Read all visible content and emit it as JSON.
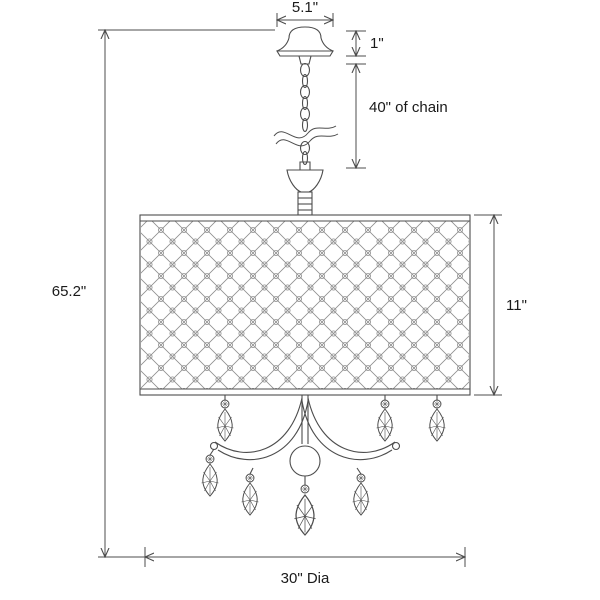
{
  "diagram": {
    "subject": "chandelier-drum-shade-dimension-drawing",
    "background": "#ffffff",
    "line_color": "#4d4d4d",
    "pattern_color": "#8f8f8f",
    "text_color": "#1a1a1a",
    "labels": {
      "canopy_width": "5.1\"",
      "canopy_height": "1\"",
      "chain_length": "40\" of chain",
      "shade_height": "11\"",
      "overall_height": "65.2\"",
      "shade_diameter": "30\" Dia"
    }
  }
}
